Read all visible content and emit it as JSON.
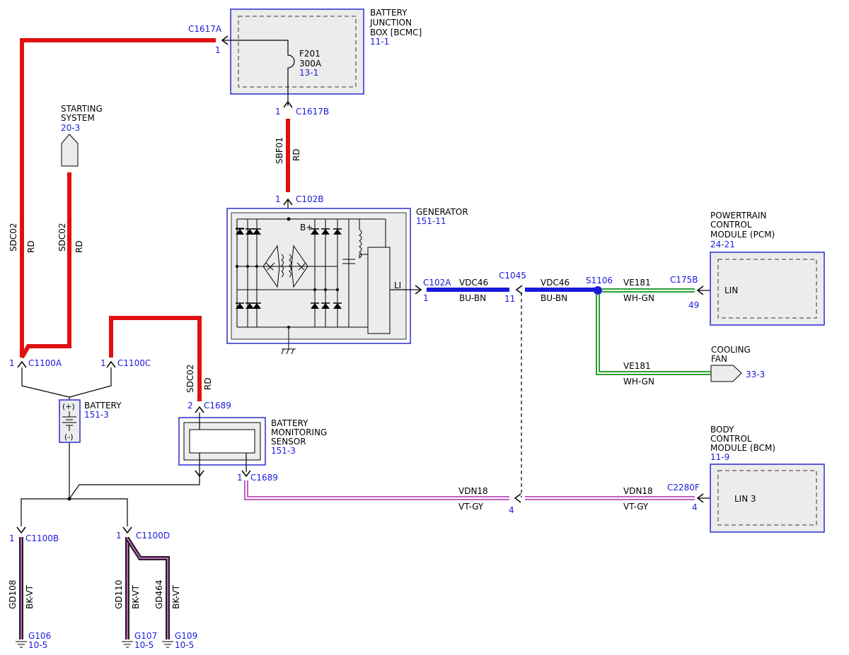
{
  "colors": {
    "red_wire": "#e01010",
    "blue_wire": "#1a1adc",
    "ref_text": "#1a1adc",
    "component_fill": "#ececec",
    "component_border": "#2a2ad0",
    "green_wire": "#2e9e2e",
    "violet_wire": "#c060c0",
    "ground_wire": "#202020"
  },
  "battery_junction_box": {
    "name_line1": "BATTERY",
    "name_line2": "JUNCTION",
    "name_line3": "BOX [BCMC]",
    "ref": "11-1"
  },
  "fuse": {
    "id": "F201",
    "rating": "300A",
    "ref": "13-1"
  },
  "c1617a": {
    "name": "C1617A",
    "pin": "1"
  },
  "c1617b": {
    "name": "C1617B",
    "pin": "1"
  },
  "sbf01": {
    "circuit": "SBF01",
    "color": "RD"
  },
  "c102b": {
    "name": "C102B",
    "pin": "1"
  },
  "generator": {
    "name": "GENERATOR",
    "ref": "151-11",
    "bplus": "B+",
    "li": "LI"
  },
  "c102a": {
    "name": "C102A",
    "pin": "1"
  },
  "vdc46_left": {
    "circuit": "VDC46",
    "color": "BU-BN"
  },
  "c1045": {
    "name": "C1045",
    "pin_top": "11",
    "pin_bottom": "4"
  },
  "vdc46_right": {
    "circuit": "VDC46",
    "color": "BU-BN"
  },
  "s1106": {
    "name": "S1106"
  },
  "ve181_top": {
    "circuit": "VE181",
    "color": "WH-GN"
  },
  "c175b": {
    "name": "C175B",
    "pin": "49"
  },
  "pcm": {
    "line1": "POWERTRAIN",
    "line2": "CONTROL",
    "line3": "MODULE (PCM)",
    "ref": "24-21",
    "pin_label": "LIN"
  },
  "ve181_bottom": {
    "circuit": "VE181",
    "color": "WH-GN"
  },
  "cooling_fan": {
    "line1": "COOLING",
    "line2": "FAN",
    "ref": "33-3"
  },
  "starting_system": {
    "line1": "STARTING",
    "line2": "SYSTEM",
    "ref": "20-3"
  },
  "sdc02_left": {
    "circuit": "SDC02",
    "color": "RD"
  },
  "sdc02_mid": {
    "circuit": "SDC02",
    "color": "RD"
  },
  "sdc02_right": {
    "circuit": "SDC02",
    "color": "RD"
  },
  "c1100a": {
    "name": "C1100A",
    "pin": "1"
  },
  "c1100c": {
    "name": "C1100C",
    "pin": "1"
  },
  "battery": {
    "name": "BATTERY",
    "ref": "151-3",
    "plus": "(+)",
    "minus": "(-)"
  },
  "c1689_top": {
    "name": "C1689",
    "pin": "2"
  },
  "bms": {
    "line1": "BATTERY",
    "line2": "MONITORING",
    "line3": "SENSOR",
    "ref": "151-3"
  },
  "c1689_bottom": {
    "name": "C1689",
    "pin": "1"
  },
  "vdn18_left": {
    "circuit": "VDN18",
    "color": "VT-GY"
  },
  "vdn18_right": {
    "circuit": "VDN18",
    "color": "VT-GY"
  },
  "c2280f": {
    "name": "C2280F",
    "pin": "4"
  },
  "bcm": {
    "line1": "BODY",
    "line2": "CONTROL",
    "line3": "MODULE (BCM)",
    "ref": "11-9",
    "pin_label": "LIN 3"
  },
  "c1100b": {
    "name": "C1100B",
    "pin": "1"
  },
  "c1100d": {
    "name": "C1100D",
    "pin": "1"
  },
  "gd108": {
    "circuit": "GD108",
    "color": "BK-VT"
  },
  "gd110": {
    "circuit": "GD110",
    "color": "BK-VT"
  },
  "gd464": {
    "circuit": "GD464",
    "color": "BK-VT"
  },
  "g106": {
    "name": "G106",
    "ref": "10-5"
  },
  "g107": {
    "name": "G107",
    "ref": "10-5"
  },
  "g109": {
    "name": "G109",
    "ref": "10-5"
  }
}
